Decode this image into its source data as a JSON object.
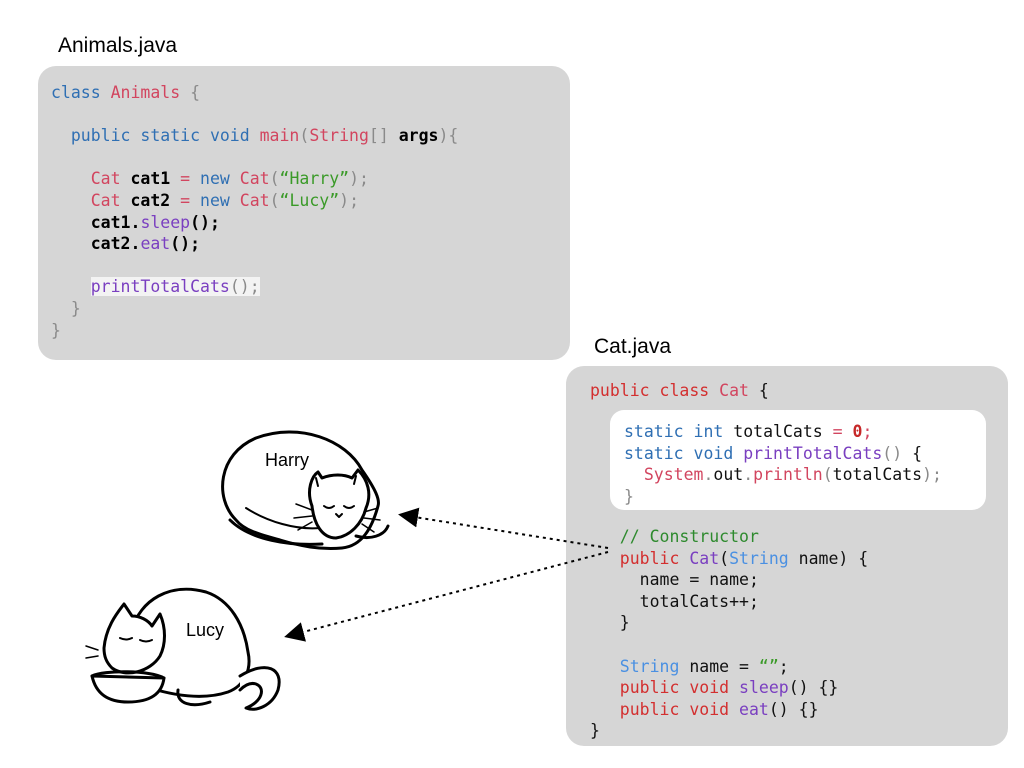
{
  "animals_file": {
    "title": "Animals.java",
    "lines": [
      {
        "tokens": [
          {
            "t": "class ",
            "c": "kw-blue"
          },
          {
            "t": "Animals ",
            "c": "cls"
          },
          {
            "t": "{",
            "c": "punct"
          }
        ]
      },
      {
        "tokens": []
      },
      {
        "tokens": [
          {
            "t": "  public static void ",
            "c": "kw-blue"
          },
          {
            "t": "main",
            "c": "cls"
          },
          {
            "t": "(",
            "c": "punct"
          },
          {
            "t": "String",
            "c": "cls"
          },
          {
            "t": "[] ",
            "c": "punct"
          },
          {
            "t": "args",
            "c": "bold-plain"
          },
          {
            "t": "){",
            "c": "punct"
          }
        ]
      },
      {
        "tokens": []
      },
      {
        "tokens": [
          {
            "t": "    Cat ",
            "c": "cls"
          },
          {
            "t": "cat1",
            "c": "bold"
          },
          {
            "t": " = ",
            "c": "cls"
          },
          {
            "t": "new ",
            "c": "kw-blue"
          },
          {
            "t": "Cat",
            "c": "cls"
          },
          {
            "t": "(",
            "c": "punct"
          },
          {
            "t": "“Harry”",
            "c": "str"
          },
          {
            "t": ");",
            "c": "punct"
          }
        ]
      },
      {
        "tokens": [
          {
            "t": "    Cat ",
            "c": "cls"
          },
          {
            "t": "cat2",
            "c": "bold"
          },
          {
            "t": " = ",
            "c": "cls"
          },
          {
            "t": "new ",
            "c": "kw-blue"
          },
          {
            "t": "Cat",
            "c": "cls"
          },
          {
            "t": "(",
            "c": "punct"
          },
          {
            "t": "“Lucy”",
            "c": "str"
          },
          {
            "t": ");",
            "c": "punct"
          }
        ]
      },
      {
        "tokens": [
          {
            "t": "    ",
            "c": "plain"
          },
          {
            "t": "cat1",
            "c": "bold"
          },
          {
            "t": ".",
            "c": "bold"
          },
          {
            "t": "sleep",
            "c": "method"
          },
          {
            "t": "();",
            "c": "bold"
          }
        ]
      },
      {
        "tokens": [
          {
            "t": "    ",
            "c": "plain"
          },
          {
            "t": "cat2",
            "c": "bold"
          },
          {
            "t": ".",
            "c": "bold"
          },
          {
            "t": "eat",
            "c": "method"
          },
          {
            "t": "();",
            "c": "bold"
          }
        ]
      },
      {
        "tokens": []
      },
      {
        "tokens": [
          {
            "t": "    ",
            "c": "plain"
          },
          {
            "t": "printTotalCats",
            "c": "method highlight"
          },
          {
            "t": "();",
            "c": "punct highlight"
          }
        ]
      },
      {
        "tokens": [
          {
            "t": "  }",
            "c": "punct"
          }
        ]
      },
      {
        "tokens": [
          {
            "t": "}",
            "c": "punct"
          }
        ]
      }
    ]
  },
  "cat_file": {
    "title": "Cat.java",
    "header_lines": [
      {
        "tokens": [
          {
            "t": "public class ",
            "c": "kw-red"
          },
          {
            "t": "Cat ",
            "c": "cls"
          },
          {
            "t": "{",
            "c": "plain"
          }
        ]
      }
    ],
    "static_lines": [
      {
        "tokens": [
          {
            "t": "static int ",
            "c": "kw-blue"
          },
          {
            "t": "totalCats ",
            "c": "plain"
          },
          {
            "t": "= ",
            "c": "cls"
          },
          {
            "t": "0",
            "c": "num"
          },
          {
            "t": ";",
            "c": "cls"
          }
        ]
      },
      {
        "tokens": [
          {
            "t": "static void ",
            "c": "kw-blue"
          },
          {
            "t": "printTotalCats",
            "c": "method"
          },
          {
            "t": "() ",
            "c": "punct"
          },
          {
            "t": "{",
            "c": "plain"
          }
        ]
      },
      {
        "tokens": [
          {
            "t": "  System",
            "c": "cls"
          },
          {
            "t": ".",
            "c": "punct"
          },
          {
            "t": "out",
            "c": "plain"
          },
          {
            "t": ".",
            "c": "punct"
          },
          {
            "t": "println",
            "c": "cls"
          },
          {
            "t": "(",
            "c": "punct"
          },
          {
            "t": "totalCats",
            "c": "plain"
          },
          {
            "t": ");",
            "c": "punct"
          }
        ]
      },
      {
        "tokens": [
          {
            "t": "}",
            "c": "punct"
          }
        ]
      }
    ],
    "body_lines": [
      {
        "tokens": [
          {
            "t": "   // Constructor",
            "c": "comment"
          }
        ]
      },
      {
        "tokens": [
          {
            "t": "   public ",
            "c": "kw-red"
          },
          {
            "t": "Cat",
            "c": "method"
          },
          {
            "t": "(",
            "c": "plain"
          },
          {
            "t": "String ",
            "c": "param"
          },
          {
            "t": "name",
            "c": "plain"
          },
          {
            "t": ") {",
            "c": "plain"
          }
        ]
      },
      {
        "tokens": [
          {
            "t": "     name = name;",
            "c": "plain"
          }
        ]
      },
      {
        "tokens": [
          {
            "t": "     totalCats++;",
            "c": "plain"
          }
        ]
      },
      {
        "tokens": [
          {
            "t": "   }",
            "c": "plain"
          }
        ]
      },
      {
        "tokens": []
      },
      {
        "tokens": [
          {
            "t": "   String ",
            "c": "param"
          },
          {
            "t": "name = ",
            "c": "plain"
          },
          {
            "t": "“”",
            "c": "str"
          },
          {
            "t": ";",
            "c": "plain"
          }
        ]
      },
      {
        "tokens": [
          {
            "t": "   public void ",
            "c": "kw-red"
          },
          {
            "t": "sleep",
            "c": "method"
          },
          {
            "t": "() {}",
            "c": "plain"
          }
        ]
      },
      {
        "tokens": [
          {
            "t": "   public void ",
            "c": "kw-red"
          },
          {
            "t": "eat",
            "c": "method"
          },
          {
            "t": "() {}",
            "c": "plain"
          }
        ]
      },
      {
        "tokens": [
          {
            "t": "}",
            "c": "plain"
          }
        ]
      }
    ]
  },
  "cats": {
    "harry_label": "Harry",
    "lucy_label": "Lucy"
  }
}
